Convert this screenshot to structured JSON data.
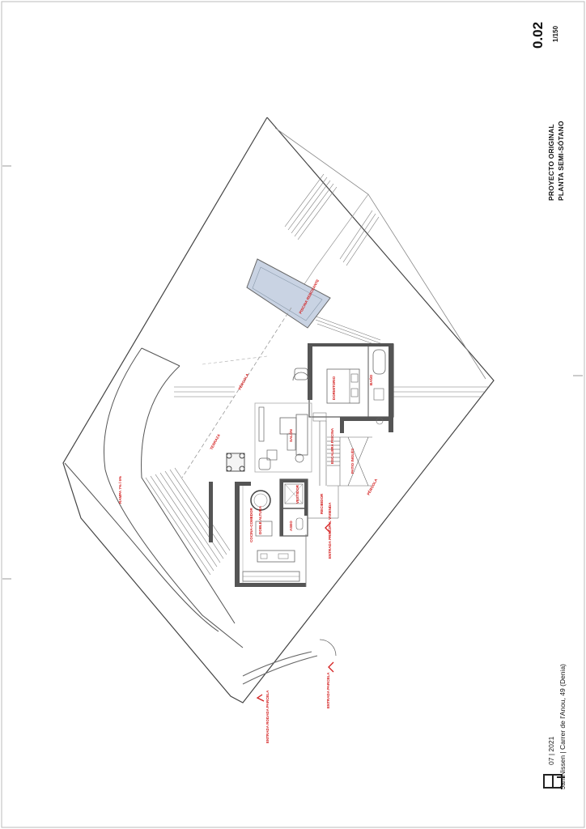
{
  "sheet": {
    "number": "0.02",
    "scale": "1/150",
    "title_line1": "PROYECTO ORIGINAL",
    "title_line2": "PLANTA SEMI-SÓTANO",
    "date": "07 | 2021",
    "address": "Jan Nissen | Carrer de l'Anou, 49 (Denia)"
  },
  "rooms": {
    "piscina": "PISCINA REBOSANTE",
    "pergola_1": "PÉRGOLA",
    "terraza": "TERRAZA",
    "salon": "SALÓN",
    "dormitorio": "DORMITORIO",
    "bano": "BAÑO",
    "escalera": "ESCALERA PISCINA",
    "patio": "PATIO INGLÉS",
    "pergola_2": "PÉRGOLA",
    "recibidor": "RECIBIDOR",
    "vestidor": "VESTIDOR",
    "aseo": "ASEO",
    "cocina": "COCINA-COMEDOR",
    "doble_altura": "DOBLE ALTURA",
    "entrada_principal": "ENTRADA PRINCIPAL VIVIENDA",
    "rampa": "RAMPA 7% / 6%",
    "entrada_parcela": "ENTRADA PARCELA",
    "entrada_rodada": "ENTRADA RODADA PARCELA"
  },
  "colors": {
    "annotation": "#d42020",
    "wall": "#555555",
    "pool": "#c9d3e3",
    "line": "#444444"
  }
}
